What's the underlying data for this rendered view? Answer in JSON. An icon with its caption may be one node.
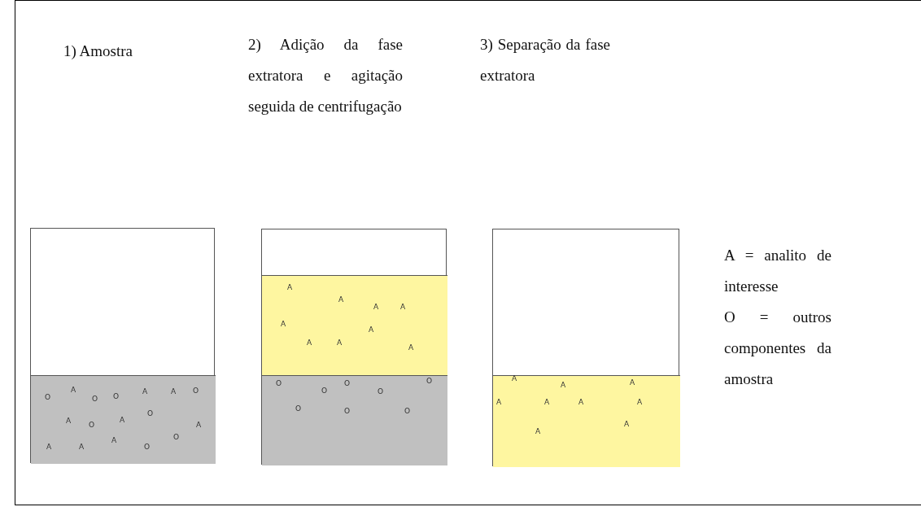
{
  "diagram": {
    "nodes": [
      {
        "text": [],
        "shape": "box"
      },
      {
        "text": [
          "O",
          "A",
          "O",
          "O",
          "A",
          "A",
          "O",
          "A",
          "O",
          "A",
          "O",
          "A",
          "A",
          "A",
          "A",
          "O",
          "O"
        ],
        "in": 0
      },
      {
        "text": [],
        "shape": "box"
      },
      {
        "text": [
          "A",
          "A",
          "A",
          "A",
          "A",
          "A",
          "A",
          "A",
          "A"
        ],
        "in": 2
      },
      {
        "text": [
          "O",
          "O",
          "O",
          "O",
          "O",
          "O",
          "O",
          "O"
        ],
        "in": 2
      },
      {
        "text": [],
        "shape": "box"
      },
      {
        "text": [
          "A",
          "A",
          "A",
          "A",
          "A",
          "A",
          "A",
          "A",
          "A"
        ],
        "in": 5
      }
    ],
    "edges": [],
    "labels": [
      "1) Amostra",
      "2) Adição da fase extratora e agitação seguida de centrifugação",
      "3) Separação da fase extratora",
      "A = analito de interesse",
      "O = outros componentes da amostra"
    ]
  }
}
